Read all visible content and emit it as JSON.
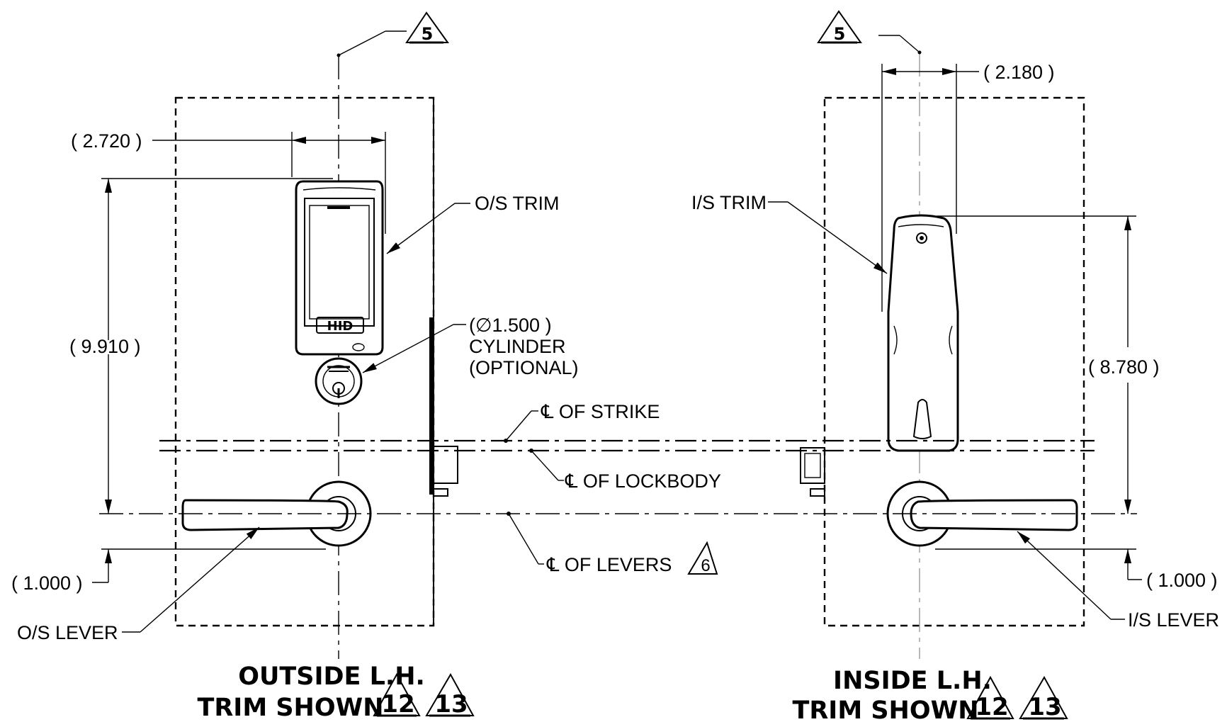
{
  "labels": {
    "os_dim_width": "( 2.720 )",
    "os_dim_height": "( 9.910 )",
    "os_dim_lever": "( 1.000 )",
    "is_dim_width": "( 2.180 )",
    "is_dim_height": "( 8.780 )",
    "is_dim_lever": "( 1.000 )",
    "os_trim": "O/S TRIM",
    "is_trim": "I/S TRIM",
    "cylinder_dim": "(∅1.500 )",
    "cylinder": "CYLINDER",
    "cylinder_optional": "(OPTIONAL)",
    "cl_strike": "℄ OF STRIKE",
    "cl_lockbody": "℄ OF LOCKBODY",
    "cl_levers": "℄ OF LEVERS",
    "os_lever": "O/S LEVER",
    "is_lever": "I/S LEVER",
    "hid_logo": "HID"
  },
  "notes": {
    "note_5_left": "5",
    "note_5_right": "5",
    "note_6": "6",
    "note_12_left": "12",
    "note_13_left": "13",
    "note_12_right": "12",
    "note_13_right": "13"
  },
  "titles": {
    "left_line1": "OUTSIDE L.H.",
    "left_line2": "TRIM SHOWN",
    "right_line1": "INSIDE L.H.",
    "right_line2": "TRIM SHOWN"
  },
  "colors": {
    "ink": "#000000",
    "background": "#ffffff"
  }
}
